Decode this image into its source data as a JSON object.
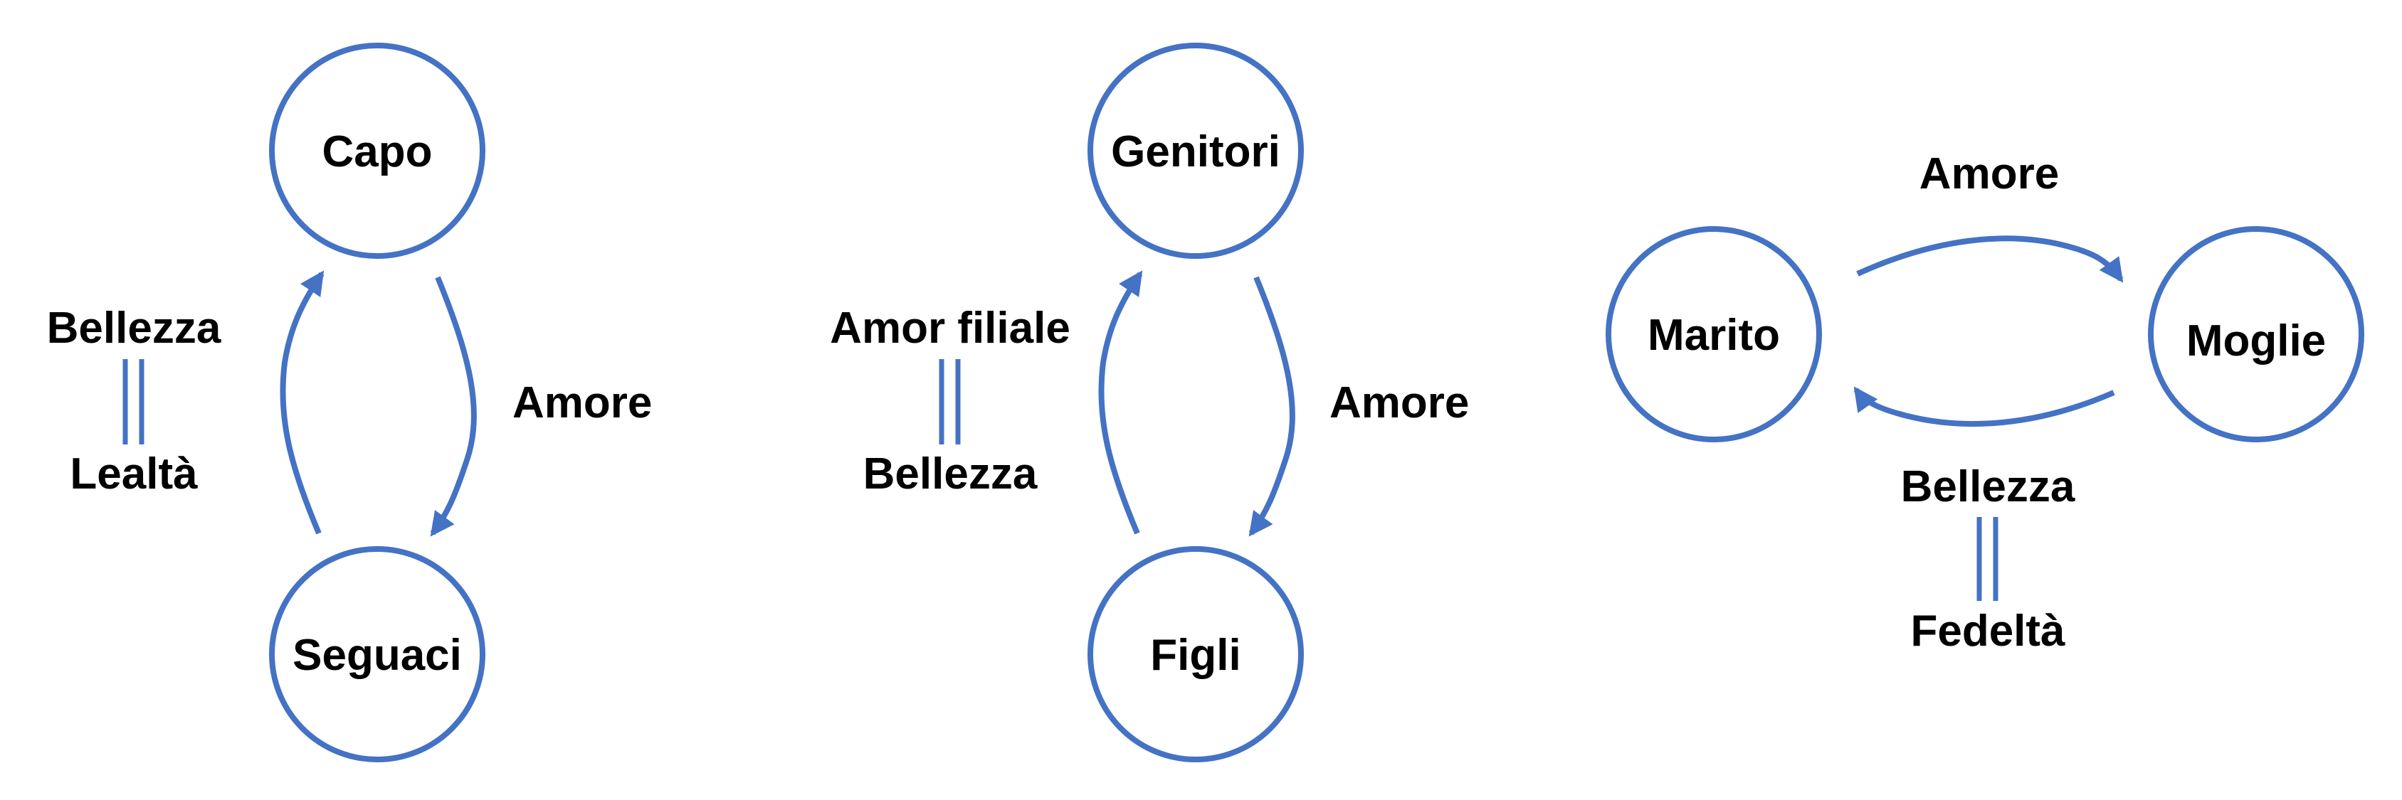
{
  "colors": {
    "accent": "#4472C4",
    "text": "#000000",
    "background": "#FFFFFF"
  },
  "groups": [
    {
      "id": "capo-seguaci",
      "top_node": "Capo",
      "bottom_node": "Seguaci",
      "arrow_label": "Amore",
      "equation_top": "Bellezza",
      "equation_bottom": "Lealtà"
    },
    {
      "id": "genitori-figli",
      "top_node": "Genitori",
      "bottom_node": "Figli",
      "arrow_label": "Amore",
      "equation_top": "Amor filiale",
      "equation_bottom": "Bellezza"
    },
    {
      "id": "marito-moglie",
      "left_node": "Marito",
      "right_node": "Moglie",
      "arrow_label": "Amore",
      "equation_top": "Bellezza",
      "equation_bottom": "Fedeltà"
    }
  ]
}
